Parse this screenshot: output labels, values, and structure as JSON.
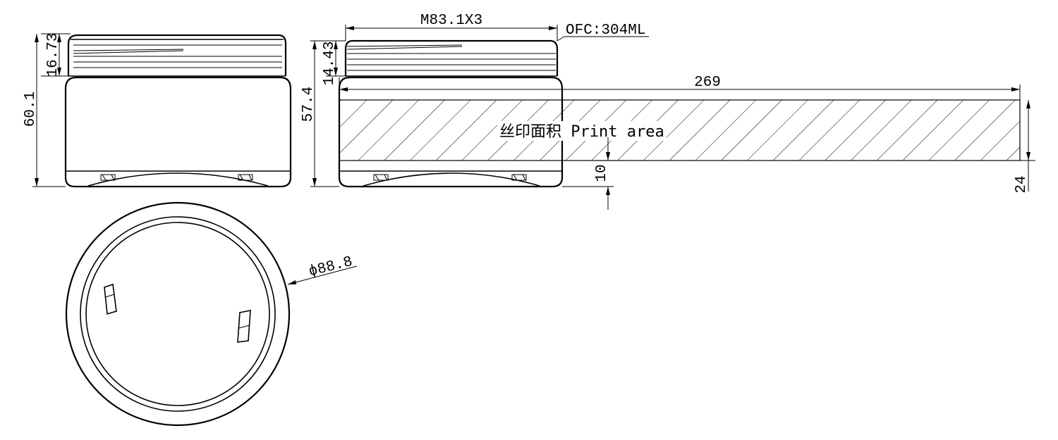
{
  "drawing": {
    "dimensions": {
      "thread": "M83.1X3",
      "capacity": "OFC:304ML",
      "cap_height": "16.73",
      "total_height_with_cap": "60.1",
      "neck_height": "14.43",
      "body_height": "57.4",
      "print_length": "269",
      "print_offset": "10",
      "print_height": "24",
      "diameter": "88.8",
      "diameter_symbol": "ϕ"
    },
    "print_area_label": "丝印面积 Print area"
  }
}
